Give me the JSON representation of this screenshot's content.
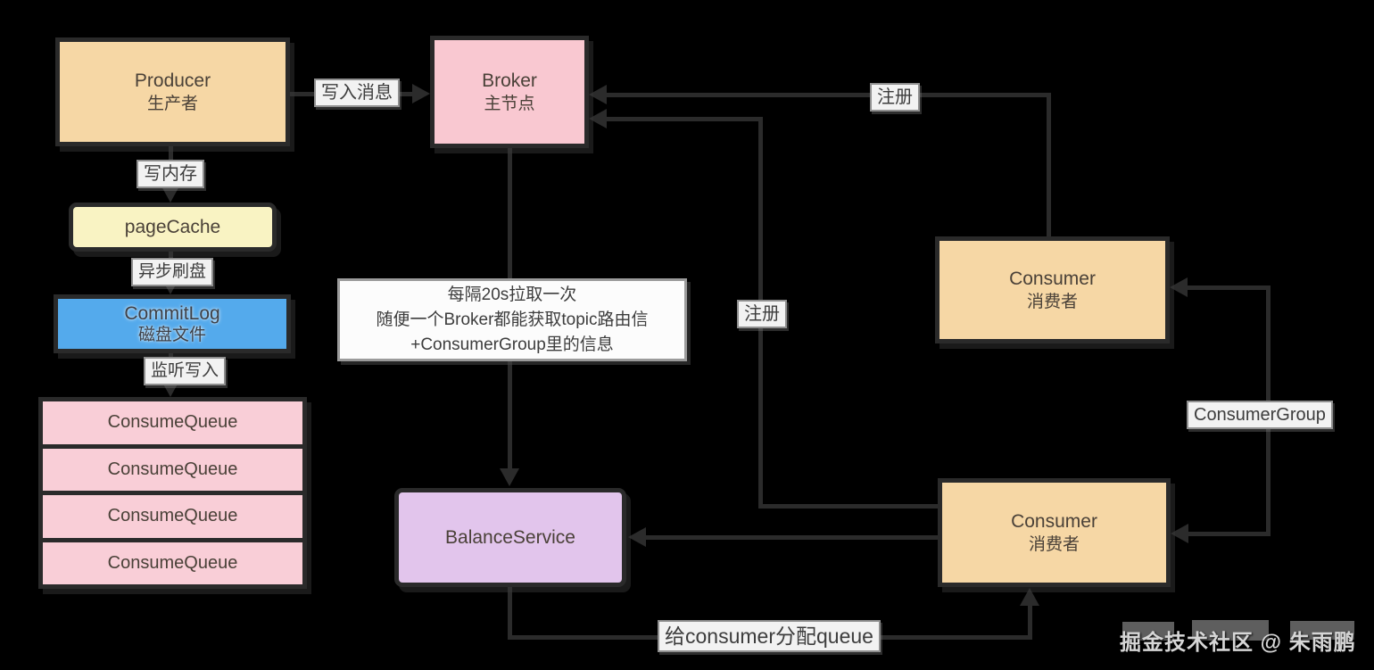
{
  "canvas": {
    "background": "#000000",
    "line_color": "#2b2b2b",
    "border_color": "#2a2a2a"
  },
  "boxes": {
    "producer": {
      "title": "Producer",
      "subtitle": "生产者",
      "fill": "#f6d7a5"
    },
    "broker": {
      "title": "Broker",
      "subtitle": "主节点",
      "fill": "#f9c8d1"
    },
    "pagecache": {
      "title": "pageCache",
      "fill": "#f9f3c3"
    },
    "commitlog": {
      "title": "CommitLog",
      "subtitle": "磁盘文件",
      "fill": "#54aaec"
    },
    "consume_queues": {
      "fill": "#f9ced7",
      "items": [
        "ConsumeQueue",
        "ConsumeQueue",
        "ConsumeQueue",
        "ConsumeQueue"
      ]
    },
    "balance": {
      "title": "BalanceService",
      "fill": "#e2c5ec"
    },
    "consumer_top": {
      "title": "Consumer",
      "subtitle": "消费者",
      "fill": "#f6d7a5"
    },
    "consumer_bottom": {
      "title": "Consumer",
      "subtitle": "消费者",
      "fill": "#f6d7a5"
    }
  },
  "edge_labels": {
    "write_message": "写入消息",
    "write_memory": "写内存",
    "async_flush": "异步刷盘",
    "listen_write": "监听写入",
    "register_top": "注册",
    "register_mid": "注册",
    "consumer_group": "ConsumerGroup",
    "assign_queue": "给consumer分配queue"
  },
  "note": {
    "lines": [
      "每隔20s拉取一次",
      "随便一个Broker都能获取topic路由信",
      "+ConsumerGroup里的信息"
    ]
  },
  "watermark": "掘金技术社区 @ 朱雨鹏"
}
